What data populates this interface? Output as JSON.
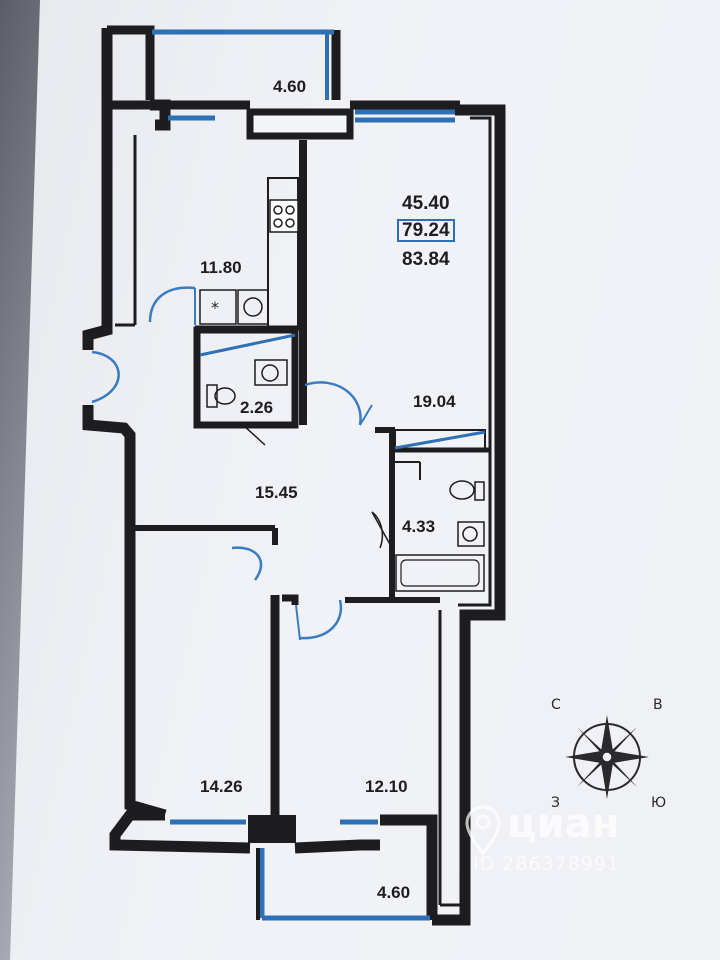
{
  "rooms": {
    "balcony_top": "4.60",
    "kitchen": "11.80",
    "living_room": "19.04",
    "wc": "2.26",
    "hallway": "15.45",
    "bathroom": "4.33",
    "bedroom_left": "14.26",
    "bedroom_right": "12.10",
    "balcony_bottom": "4.60"
  },
  "areas": {
    "living": "45.40",
    "total": "79.24",
    "total_with_balconies": "83.84"
  },
  "compass": {
    "north": "С",
    "east": "В",
    "west": "З",
    "south": "Ю"
  },
  "watermark": {
    "brand": "циан",
    "id": "ID 286378991"
  },
  "colors": {
    "wall": "#1d1d1f",
    "window": "#2f6fb5",
    "door_arc": "#3a7cc4",
    "paper": "#f6f7fb",
    "shadow": "#6b6e76"
  }
}
